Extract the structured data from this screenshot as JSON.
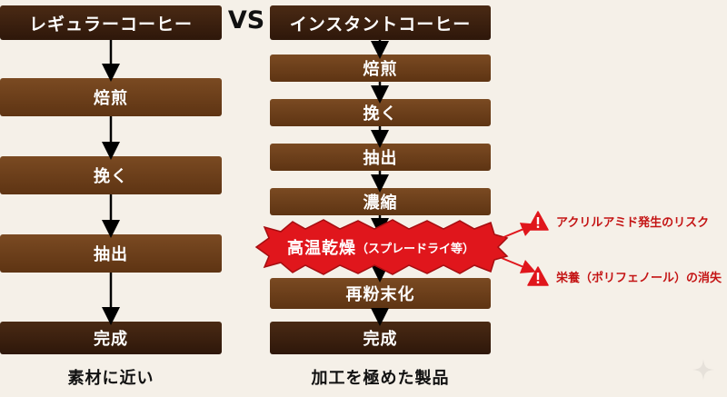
{
  "vs_label": "VS",
  "left": {
    "title": "レギュラーコーヒー",
    "steps": [
      "焙煎",
      "挽く",
      "抽出",
      "完成"
    ],
    "caption": "素材に近い"
  },
  "right": {
    "title": "インスタントコーヒー",
    "steps": [
      "焙煎",
      "挽く",
      "抽出",
      "濃縮"
    ],
    "highlight": {
      "main": "高温乾燥",
      "sub": "（スプレードライ等）"
    },
    "steps_after": [
      "再粉末化",
      "完成"
    ],
    "caption": "加工を極めた製品"
  },
  "warnings": [
    "アクリルアミド発生のリスク",
    "栄養（ポリフェノール）の消失"
  ],
  "colors": {
    "box": "#6b3d19",
    "box_dark": "#3a1f0e",
    "burst": "#e0161c",
    "warning": "#c41414",
    "background": "#f5f0e8"
  }
}
